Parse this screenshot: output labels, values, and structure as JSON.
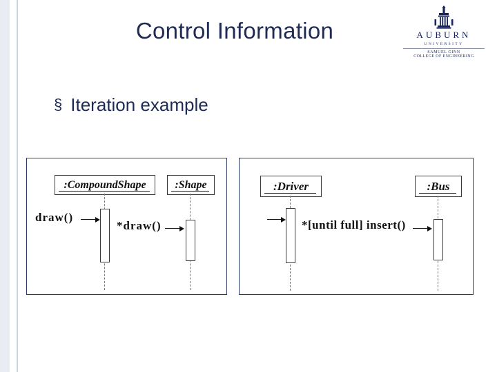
{
  "slide": {
    "title": "Control Information",
    "bullet_marker": "§",
    "bullet_text": "Iteration example"
  },
  "logo": {
    "name": "AUBURN",
    "sub1": "UNIVERSITY",
    "sub2": "SAMUEL GINN",
    "sub3": "COLLEGE OF ENGINEERING",
    "mark_name": "auburn-crest-icon"
  },
  "diagrams": [
    {
      "id": "left",
      "name": "compound-shape-sequence-diagram",
      "objects": [
        {
          "label": ":CompoundShape"
        },
        {
          "label": ":Shape"
        }
      ],
      "messages": [
        {
          "label": "draw()"
        },
        {
          "label": "*draw()"
        }
      ]
    },
    {
      "id": "right",
      "name": "driver-bus-sequence-diagram",
      "objects": [
        {
          "label": ":Driver"
        },
        {
          "label": ":Bus"
        }
      ],
      "messages": [
        {
          "label": ""
        },
        {
          "label": "*[until full] insert()"
        }
      ]
    }
  ],
  "colors": {
    "title_navy": "#1f2a55",
    "panel_border": "#2b3a67",
    "accent_bar": "#e9ecf2",
    "logo_navy": "#17255a"
  }
}
